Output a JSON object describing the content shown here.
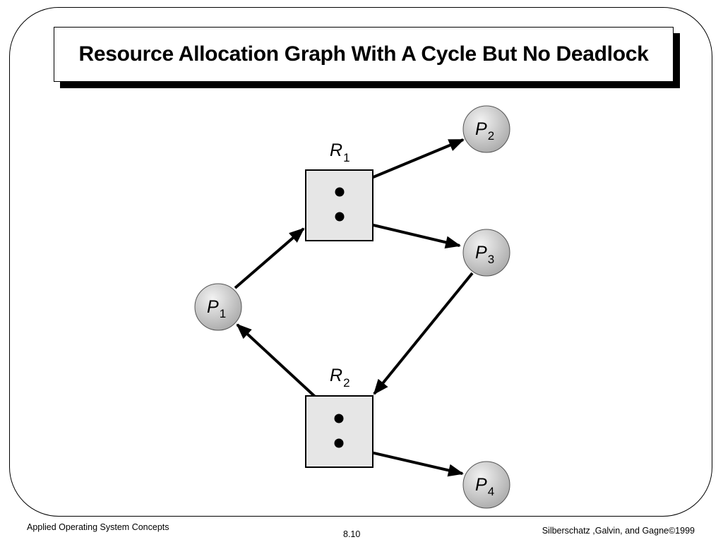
{
  "title": "Resource Allocation Graph With A Cycle But No Deadlock",
  "footer": {
    "left": "Applied Operating System Concepts",
    "page": "8.10",
    "right": "Silberschatz ,Galvin, and Gagne©1999"
  },
  "resources": [
    {
      "id": "R1",
      "letter": "R",
      "sub": "1",
      "instances": 2
    },
    {
      "id": "R2",
      "letter": "R",
      "sub": "2",
      "instances": 2
    }
  ],
  "processes": [
    {
      "id": "P1",
      "letter": "P",
      "sub": "1"
    },
    {
      "id": "P2",
      "letter": "P",
      "sub": "2"
    },
    {
      "id": "P3",
      "letter": "P",
      "sub": "3"
    },
    {
      "id": "P4",
      "letter": "P",
      "sub": "4"
    }
  ],
  "edges": [
    {
      "from": "R1",
      "instance": 0,
      "to": "P2",
      "kind": "assignment"
    },
    {
      "from": "R1",
      "instance": 1,
      "to": "P3",
      "kind": "assignment"
    },
    {
      "from": "P1",
      "to": "R1",
      "kind": "request"
    },
    {
      "from": "P3",
      "to": "R2",
      "kind": "request"
    },
    {
      "from": "R2",
      "instance": 0,
      "to": "P1",
      "kind": "assignment"
    },
    {
      "from": "R2",
      "instance": 1,
      "to": "P4",
      "kind": "assignment"
    }
  ],
  "colors": {
    "resource_fill": "#e6e6e6",
    "process_fill_light": "#f2f2f2",
    "process_fill_dark": "#a8a8a8",
    "stroke": "#000000"
  }
}
